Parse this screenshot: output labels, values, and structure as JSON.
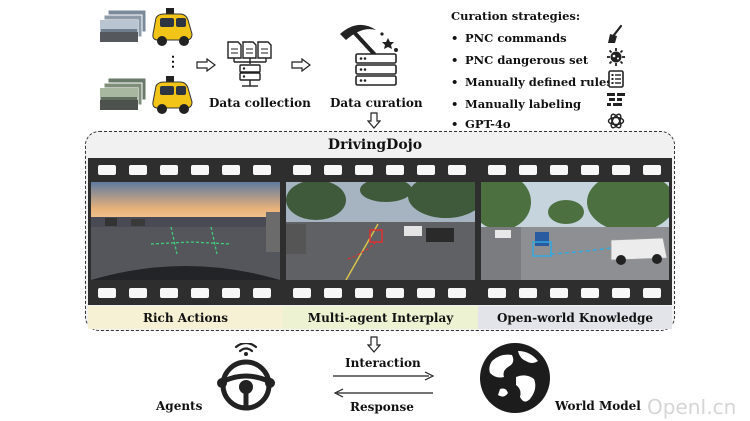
{
  "pipeline": {
    "ellipsis": "⋮",
    "data_collection": "Data collection",
    "data_curation": "Data curation"
  },
  "strategies": {
    "title": "Curation strategies:",
    "items": [
      {
        "label": "PNC commands",
        "icon": "broom-icon"
      },
      {
        "label": "PNC dangerous set",
        "icon": "virus-icon"
      },
      {
        "label": "Manually defined rules",
        "icon": "list-icon"
      },
      {
        "label": "Manually labeling",
        "icon": "labeling-icon"
      },
      {
        "label": "GPT-4o",
        "icon": "openai-icon"
      }
    ]
  },
  "dojo": {
    "title": "DrivingDojo",
    "panels": [
      {
        "caption": "Rich Actions",
        "color": "#f6f0d4"
      },
      {
        "caption": "Multi-agent Interplay",
        "color": "#edf3d2"
      },
      {
        "caption": "Open-world Knowledge",
        "color": "#e3e3ea"
      }
    ]
  },
  "loop": {
    "agents": "Agents",
    "world_model": "World Model",
    "interaction": "Interaction",
    "response": "Response"
  },
  "watermark": "OpenI.cn",
  "colors": {
    "car_yellow": "#f2c418",
    "film": "#2e2e2e",
    "frame_border": "#333333"
  }
}
